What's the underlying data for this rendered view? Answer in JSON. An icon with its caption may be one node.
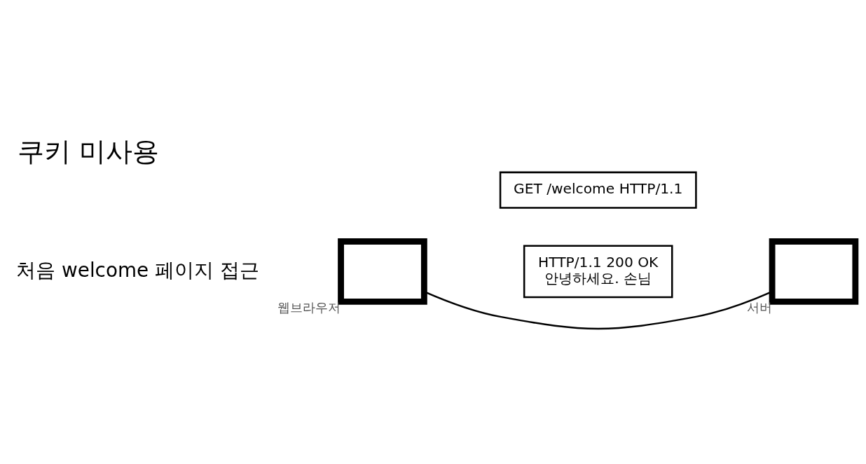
{
  "diagram": {
    "title": "쿠키 미사용",
    "nodes": [
      {
        "text": [],
        "shape": "monitor",
        "beside": [
          "웹브라우저"
        ]
      },
      {
        "text": [
          "GET /welcome HTTP/1.1"
        ]
      },
      {
        "text": [
          "HTTP/1.1 200 OK",
          "안녕하세요. 손님"
        ]
      },
      {
        "text": [],
        "shape": "monitor",
        "beside": [
          "서버"
        ]
      }
    ],
    "edges": [
      {
        "from": 0,
        "to": 3,
        "arrow": "none"
      }
    ],
    "labels": [
      "처음 welcome 페이지 접근"
    ]
  }
}
